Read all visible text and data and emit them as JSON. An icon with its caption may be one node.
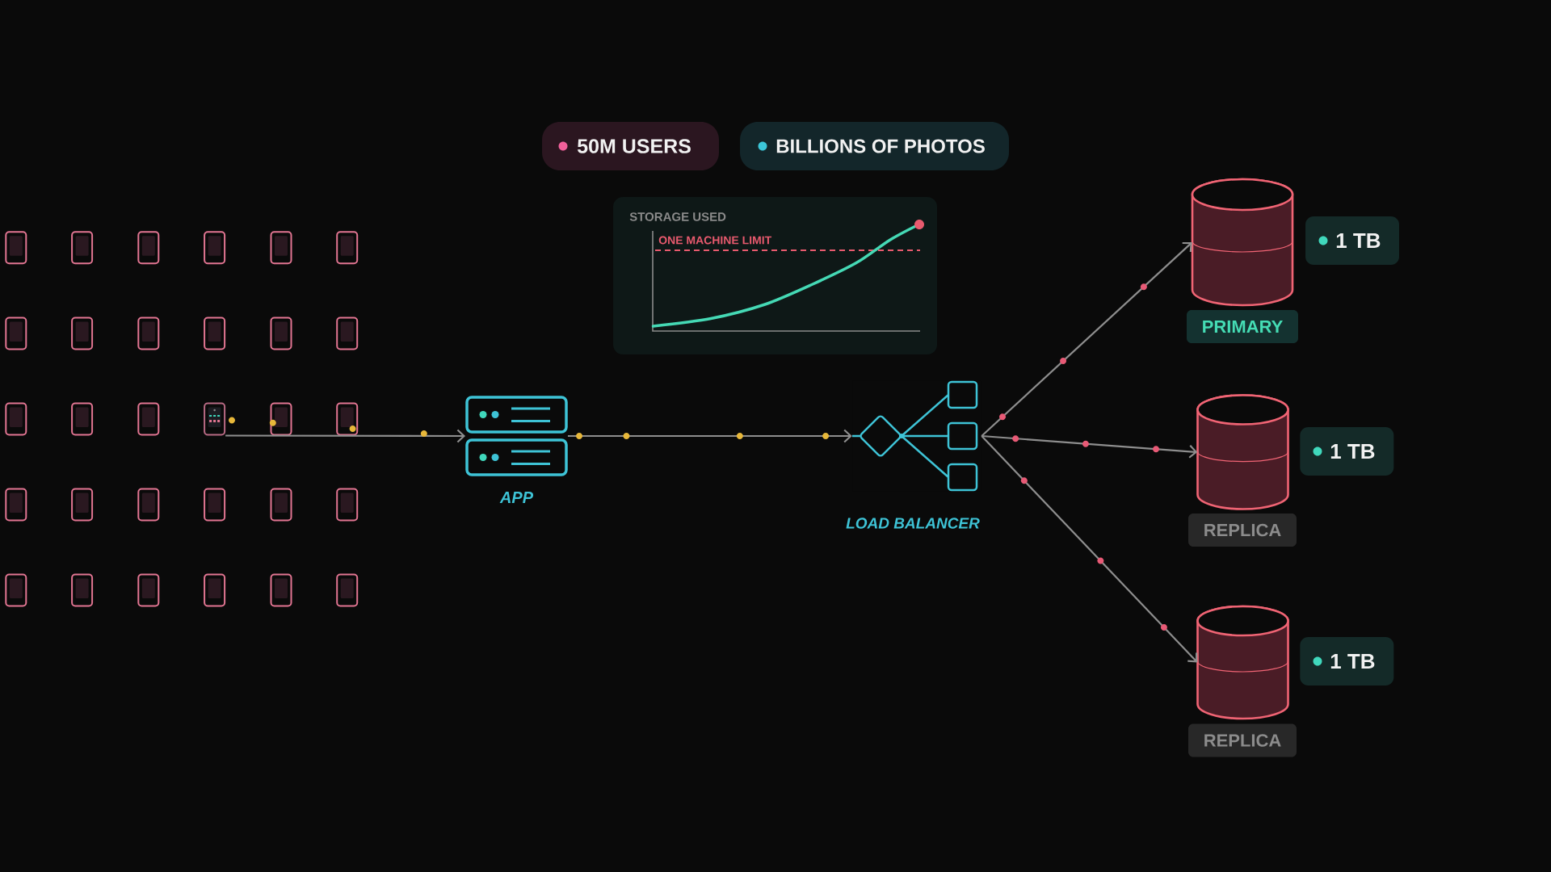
{
  "diagram": {
    "nodes": [
      {
        "text": [
          "50M USERS"
        ]
      },
      {
        "text": [
          "BILLIONS OF PHOTOS"
        ]
      },
      {
        "text": [
          "STORAGE USED",
          "ONE MACHINE LIMIT"
        ]
      },
      {
        "text": [],
        "shape": "phone"
      },
      {
        "text": [],
        "shape": "phone"
      },
      {
        "text": [],
        "shape": "phone"
      },
      {
        "text": [],
        "shape": "phone"
      },
      {
        "text": [],
        "shape": "phone"
      },
      {
        "text": [],
        "shape": "phone"
      },
      {
        "text": [],
        "shape": "phone"
      },
      {
        "text": [],
        "shape": "phone"
      },
      {
        "text": [],
        "shape": "phone"
      },
      {
        "text": [],
        "shape": "phone"
      },
      {
        "text": [],
        "shape": "phone"
      },
      {
        "text": [],
        "shape": "phone"
      },
      {
        "text": [],
        "shape": "phone"
      },
      {
        "text": [],
        "shape": "phone"
      },
      {
        "text": [],
        "shape": "phone"
      },
      {
        "text": [],
        "shape": "phone"
      },
      {
        "text": [],
        "shape": "phone"
      },
      {
        "text": [],
        "shape": "phone"
      },
      {
        "text": [],
        "shape": "phone"
      },
      {
        "text": [],
        "shape": "phone"
      },
      {
        "text": [],
        "shape": "phone"
      },
      {
        "text": [],
        "shape": "phone"
      },
      {
        "text": [],
        "shape": "phone"
      },
      {
        "text": [],
        "shape": "phone"
      },
      {
        "text": [],
        "shape": "phone"
      },
      {
        "text": [],
        "shape": "phone"
      },
      {
        "text": [],
        "shape": "phone"
      },
      {
        "text": [],
        "shape": "phone"
      },
      {
        "text": [],
        "shape": "phone"
      },
      {
        "text": [],
        "shape": "phone"
      },
      {
        "text": [
          "APP"
        ]
      },
      {
        "text": [
          "LOAD BALANCER"
        ]
      },
      {
        "text": [],
        "shape": "cylinder"
      },
      {
        "text": [
          "1 TB"
        ]
      },
      {
        "text": [
          "PRIMARY"
        ]
      },
      {
        "text": [],
        "shape": "cylinder"
      },
      {
        "text": [
          "1 TB"
        ]
      },
      {
        "text": [
          "REPLICA"
        ]
      },
      {
        "text": [],
        "shape": "cylinder"
      },
      {
        "text": [
          "1 TB"
        ]
      },
      {
        "text": [
          "REPLICA"
        ]
      }
    ],
    "edges": [
      {
        "from": 18,
        "to": 33,
        "arrow": "to"
      },
      {
        "from": 33,
        "to": 34,
        "arrow": "to"
      },
      {
        "from": 34,
        "to": 35,
        "arrow": "to"
      },
      {
        "from": 34,
        "to": 38,
        "arrow": "to"
      },
      {
        "from": 34,
        "to": 41,
        "arrow": "to"
      }
    ]
  }
}
